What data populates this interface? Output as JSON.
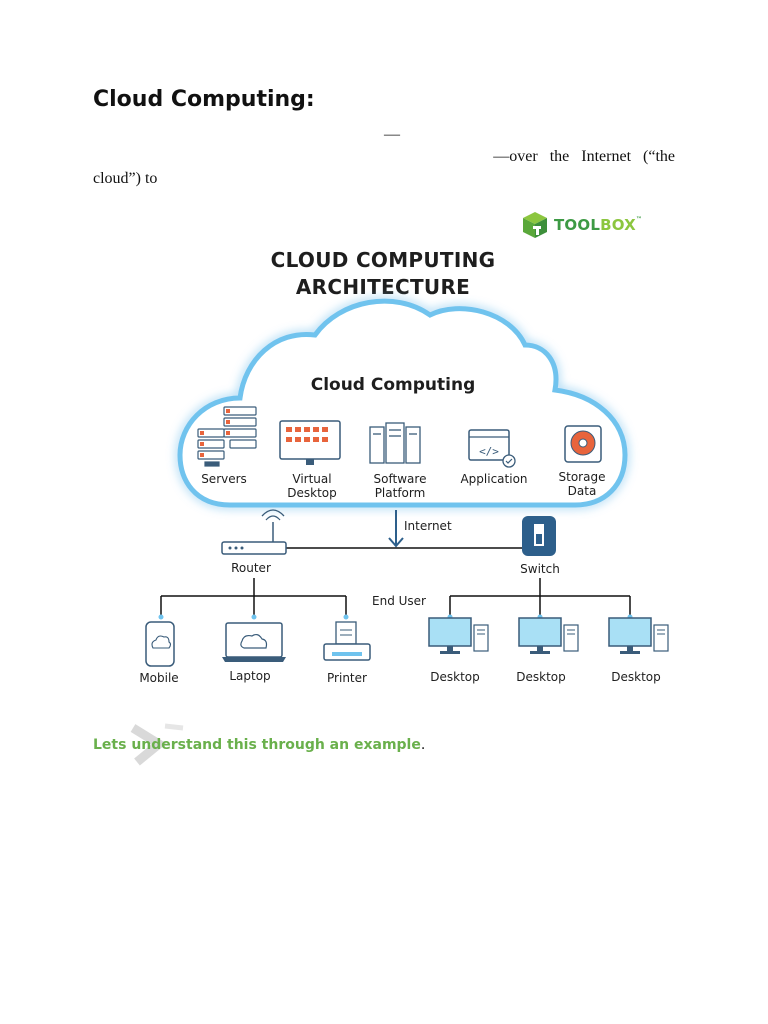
{
  "doc": {
    "heading": "Cloud Computing:",
    "dash": "—",
    "line2": "—over the Internet (“the",
    "line3": "cloud”) to",
    "example": "Lets understand this through an example",
    "example_end": "."
  },
  "logo": {
    "brand": "TOOL",
    "brand2": "BOX",
    "tm": "™"
  },
  "diagram": {
    "title_line1": "CLOUD COMPUTING",
    "title_line2": "ARCHITECTURE",
    "cloud_label": "Cloud Computing",
    "cloud_items": [
      {
        "label1": "Servers",
        "label2": ""
      },
      {
        "label1": "Virtual",
        "label2": "Desktop"
      },
      {
        "label1": "Software",
        "label2": "Platform"
      },
      {
        "label1": "Application",
        "label2": ""
      },
      {
        "label1": "Storage",
        "label2": "Data"
      }
    ],
    "internet_label": "Internet",
    "router_label": "Router",
    "switch_label": "Switch",
    "end_user_label": "End User",
    "devices": [
      "Mobile",
      "Laptop",
      "Printer",
      "Desktop",
      "Desktop",
      "Desktop"
    ]
  }
}
